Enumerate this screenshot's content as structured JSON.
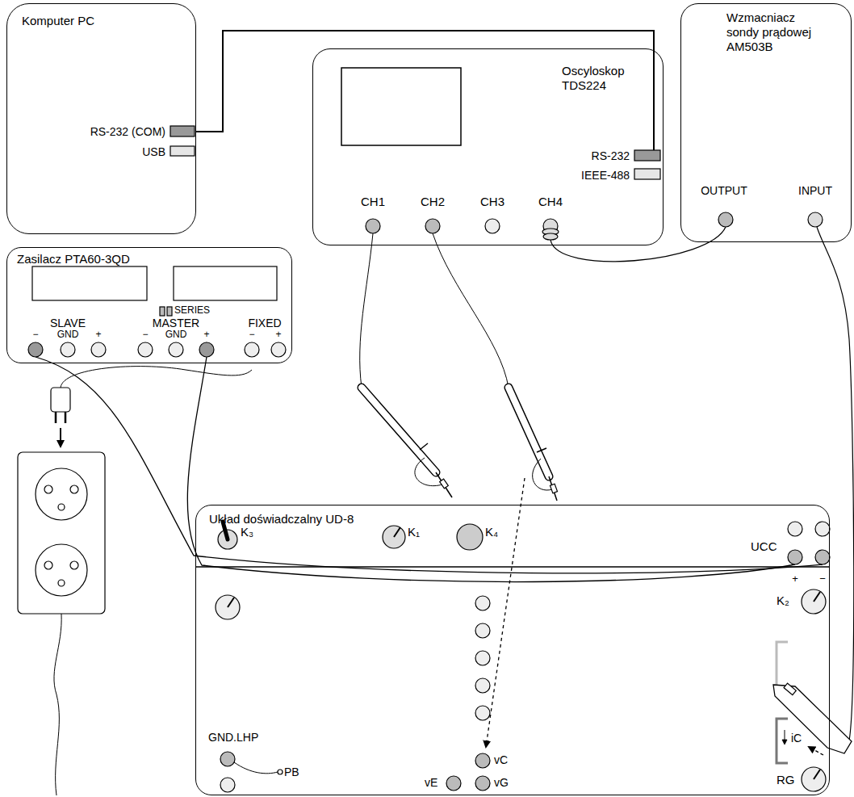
{
  "diagram": {
    "nodes": [
      {
        "text": [
          "Komputer PC"
        ]
      },
      {
        "text": [
          "Oscyloskop TDS224"
        ]
      },
      {
        "text": [
          "Wzmacniacz sondy prądowej AM503B"
        ]
      },
      {
        "text": [
          "Zasilacz PTA60-3QD"
        ]
      },
      {
        "text": [
          "Układ doświadczalny UD-8"
        ]
      }
    ],
    "edges": [
      {
        "from": 0,
        "to": 1,
        "arrow": "none"
      },
      {
        "from": 1,
        "to": 2,
        "arrow": "none"
      },
      {
        "from": 3,
        "to": 4,
        "arrow": "none"
      },
      {
        "from": 3,
        "to": 4,
        "arrow": "none"
      }
    ],
    "labels": [
      "RS-232 (COM)",
      "USB",
      "RS-232",
      "IEEE-488",
      "CH1",
      "CH2",
      "CH3",
      "CH4",
      "OUTPUT",
      "INPUT",
      "SERIES",
      "SLAVE",
      "MASTER",
      "FIXED",
      "−",
      "GND",
      "+",
      "−",
      "GND",
      "+",
      "−",
      "+",
      "K₃",
      "K₁",
      "K₄",
      "UCC",
      "+",
      "−",
      "K₂",
      "GND.LHP",
      "PB",
      "vC",
      "iC",
      "vG",
      "vE",
      "RG"
    ]
  }
}
